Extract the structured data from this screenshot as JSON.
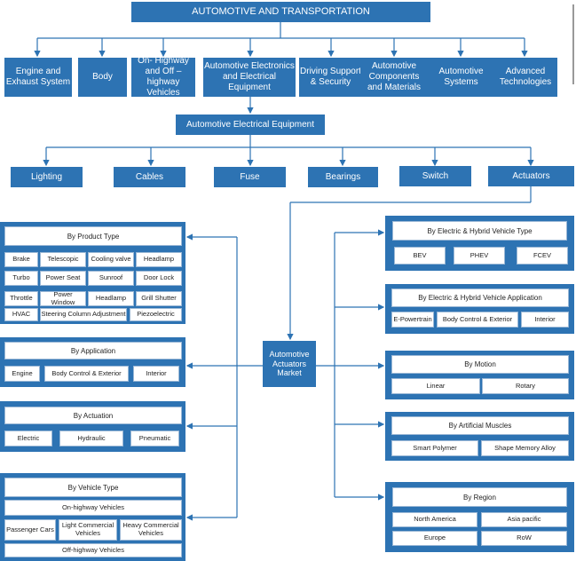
{
  "root": "AUTOMOTIVE AND TRANSPORTATION",
  "level1": [
    "Engine and Exhaust System",
    "Body",
    "On- Highway and Off –highway Vehicles",
    "Automotive Electronics and Electrical Equipment",
    "Driving Support & Security",
    "Automotive Components and Materials",
    "Automotive Systems",
    "Advanced Technologies"
  ],
  "level2": "Automotive Electrical Equipment",
  "level3": [
    "Lighting",
    "Cables",
    "Fuse",
    "Bearings",
    "Switch",
    "Actuators"
  ],
  "center": "Automotive Actuators Market",
  "left_panels": {
    "product_type": {
      "title": "By Product Type",
      "rows": [
        [
          "Brake",
          "Telescopic",
          "Cooling valve",
          "Headlamp"
        ],
        [
          "Turbo",
          "Power Seat",
          "Sunroof",
          "Door Lock"
        ],
        [
          "Throttle",
          "Power Window",
          "Headlamp",
          "Grill Shutter"
        ],
        [
          "HVAC",
          "Steering Column Adjustment",
          "Piezoelectric"
        ]
      ]
    },
    "application": {
      "title": "By Application",
      "items": [
        "Engine",
        "Body Control & Exterior",
        "Interior"
      ]
    },
    "actuation": {
      "title": "By Actuation",
      "items": [
        "Electric",
        "Hydraulic",
        "Pneumatic"
      ]
    },
    "vehicle_type": {
      "title": "By Vehicle Type",
      "onhighway": "On-highway Vehicles",
      "items": [
        "Passenger Cars",
        "Light Commercial Vehicles",
        "Heavy Commercial Vehicles"
      ],
      "offhighway": "Off-highway Vehicles"
    }
  },
  "right_panels": {
    "ehv_type": {
      "title": "By Electric & Hybrid Vehicle Type",
      "items": [
        "BEV",
        "PHEV",
        "FCEV"
      ]
    },
    "ehv_application": {
      "title": "By Electric & Hybrid Vehicle Application",
      "items": [
        "E-Powertrain",
        "Body Control & Exterior",
        "Interior"
      ]
    },
    "motion": {
      "title": "By Motion",
      "items": [
        "Linear",
        "Rotary"
      ]
    },
    "artificial_muscles": {
      "title": "By Artificial Muscles",
      "items": [
        "Smart Polymer",
        "Shape Memory Alloy"
      ]
    },
    "region": {
      "title": "By Region",
      "items": [
        "North America",
        "Asia pacific",
        "Europe",
        "RoW"
      ]
    }
  },
  "colors": {
    "box": "#2d73b3",
    "line": "#2d73b3"
  }
}
